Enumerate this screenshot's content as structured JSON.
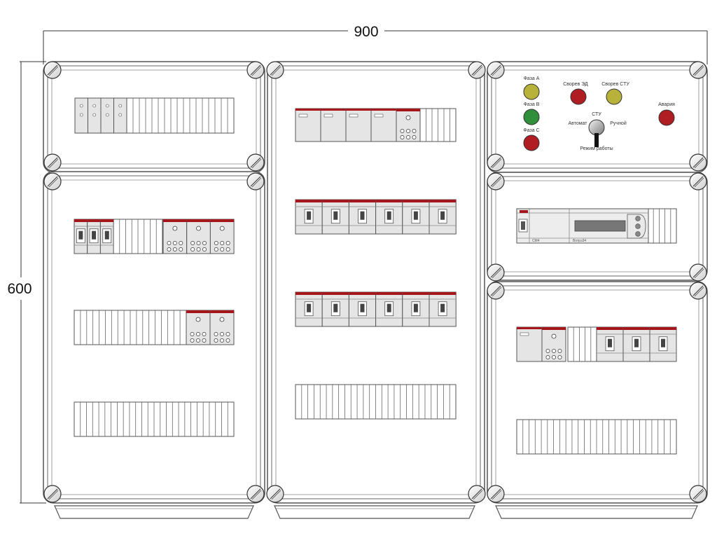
{
  "dimensions": {
    "width_label": "900",
    "height_label": "600"
  },
  "control_panel": {
    "phase_a": "Фаза А",
    "phase_b": "Фаза В",
    "phase_c": "Фаза С",
    "overheat_ehd": "Сворев ЭД",
    "overheat_ctu": "Сворев СТУ",
    "ctu_label": "СТУ",
    "auto_label": "Автомат",
    "manual_label": "Ручной",
    "mode_label": "Режим работы",
    "alarm_label": "Авария"
  },
  "relay": {
    "left_text": "СМ4",
    "right_text": "Вотрэ34"
  },
  "colors": {
    "lamp_yellow": "#b9b23a",
    "lamp_green": "#2f8f3a",
    "lamp_red": "#b01e24",
    "module_band": "#a5161c",
    "module_fill": "#e5e5e5"
  }
}
